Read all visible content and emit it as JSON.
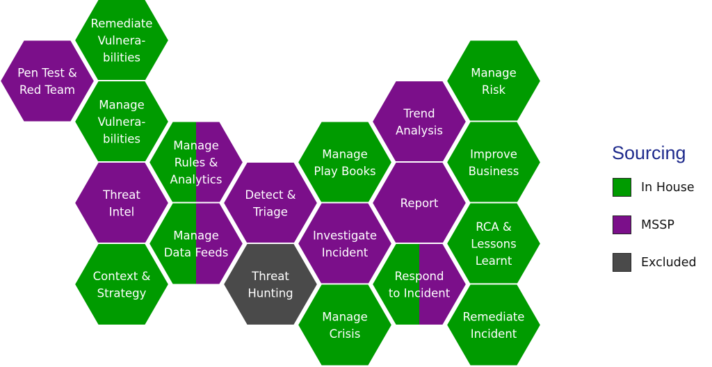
{
  "colors": {
    "in_house": "#009b00",
    "mssp": "#7b0f8a",
    "excluded": "#4a4a4a",
    "stroke": "#ffffff"
  },
  "hexes": [
    {
      "id": "remediate-vulnerabilities",
      "lines": [
        "Remediate",
        "Vulnera-",
        "bilities"
      ],
      "sourcing": "in_house",
      "col": 1,
      "row": 0
    },
    {
      "id": "pen-test-red-team",
      "lines": [
        "Pen Test &",
        "Red Team"
      ],
      "sourcing": "mssp",
      "col": 0,
      "row": 1
    },
    {
      "id": "manage-vulnerabilities",
      "lines": [
        "Manage",
        "Vulnera-",
        "bilities"
      ],
      "sourcing": "in_house",
      "col": 1,
      "row": 2
    },
    {
      "id": "manage-rules-analytics",
      "lines": [
        "Manage",
        "Rules &",
        "Analytics"
      ],
      "sourcing": "split",
      "col": 2,
      "row": 3
    },
    {
      "id": "threat-intel",
      "lines": [
        "Threat",
        "Intel"
      ],
      "sourcing": "mssp",
      "col": 1,
      "row": 4
    },
    {
      "id": "manage-data-feeds",
      "lines": [
        "Manage",
        "Data Feeds"
      ],
      "sourcing": "split",
      "col": 2,
      "row": 5
    },
    {
      "id": "context-strategy",
      "lines": [
        "Context &",
        "Strategy"
      ],
      "sourcing": "in_house",
      "col": 1,
      "row": 6
    },
    {
      "id": "detect-triage",
      "lines": [
        "Detect &",
        "Triage"
      ],
      "sourcing": "mssp",
      "col": 3,
      "row": 4
    },
    {
      "id": "threat-hunting",
      "lines": [
        "Threat",
        "Hunting"
      ],
      "sourcing": "excluded",
      "col": 3,
      "row": 6
    },
    {
      "id": "manage-play-books",
      "lines": [
        "Manage",
        "Play Books"
      ],
      "sourcing": "in_house",
      "col": 4,
      "row": 3
    },
    {
      "id": "investigate-incident",
      "lines": [
        "Investigate",
        "Incident"
      ],
      "sourcing": "mssp",
      "col": 4,
      "row": 5
    },
    {
      "id": "manage-crisis",
      "lines": [
        "Manage",
        "Crisis"
      ],
      "sourcing": "in_house",
      "col": 4,
      "row": 7
    },
    {
      "id": "trend-analysis",
      "lines": [
        "Trend",
        "Analysis"
      ],
      "sourcing": "mssp",
      "col": 5,
      "row": 2
    },
    {
      "id": "report",
      "lines": [
        "Report"
      ],
      "sourcing": "mssp",
      "col": 5,
      "row": 4
    },
    {
      "id": "respond-to-incident",
      "lines": [
        "Respond",
        "to Incident"
      ],
      "sourcing": "split",
      "col": 5,
      "row": 6
    },
    {
      "id": "manage-risk",
      "lines": [
        "Manage",
        "Risk"
      ],
      "sourcing": "in_house",
      "col": 6,
      "row": 1
    },
    {
      "id": "improve-business",
      "lines": [
        "Improve",
        "Business"
      ],
      "sourcing": "in_house",
      "col": 6,
      "row": 3
    },
    {
      "id": "rca-lessons-learnt",
      "lines": [
        "RCA &",
        "Lessons",
        "Learnt"
      ],
      "sourcing": "in_house",
      "col": 6,
      "row": 5
    },
    {
      "id": "remediate-incident",
      "lines": [
        "Remediate",
        "Incident"
      ],
      "sourcing": "in_house",
      "col": 6,
      "row": 7
    }
  ],
  "legend": {
    "title": "Sourcing",
    "items": [
      {
        "label": "In House",
        "color": "#009b00"
      },
      {
        "label": "MSSP",
        "color": "#7b0f8a"
      },
      {
        "label": "Excluded",
        "color": "#4a4a4a"
      }
    ]
  }
}
